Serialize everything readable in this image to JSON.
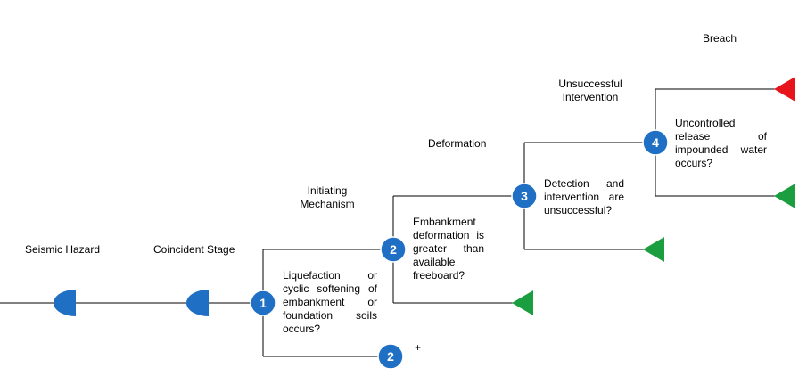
{
  "headers": {
    "seismic_hazard": "Seismic Hazard",
    "coincident_stage": "Coincident Stage",
    "initiating_mechanism": "Initiating Mechanism",
    "deformation": "Deformation",
    "unsuccessful_intervention": "Unsuccessful Intervention",
    "breach": "Breach"
  },
  "nodes": {
    "n1": "1",
    "n2": "2",
    "n2b": "2",
    "n3": "3",
    "n4": "4"
  },
  "questions": {
    "q1": "Liquefaction or cyclic softening of embankment or foundation soils occurs?",
    "q2": "Embankment deformation is greater than available freeboard?",
    "q3": "Detection and intervention are unsuccessful?",
    "q4": "Uncontrolled release of impounded water occurs?"
  },
  "collapsed_marker": "+",
  "colors": {
    "chance_node": "#1f6fc5",
    "hazard_node": "#1f6fc5",
    "terminal_success": "#1a9e3f",
    "terminal_failure": "#e8141b",
    "line": "#000000"
  },
  "icons": {
    "hazard": "half-circle-icon",
    "chance": "circle-icon",
    "end_safe": "green-triangle-icon",
    "end_breach": "red-triangle-icon"
  }
}
